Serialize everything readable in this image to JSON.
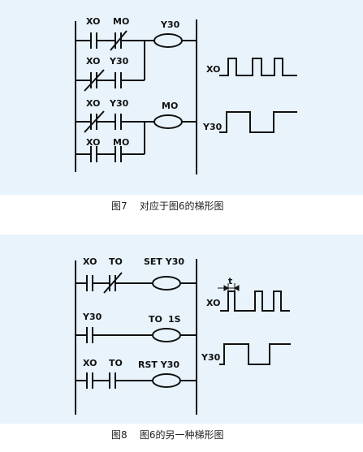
{
  "figure7": {
    "caption": "图7    对应于图6的梯形图",
    "rung1": {
      "contact_a": "XO",
      "contact_b": "MO",
      "coil": "Y30"
    },
    "rung1_branch": {
      "contact_a": "XO",
      "contact_b": "Y30"
    },
    "rung2": {
      "contact_a": "XO",
      "contact_b": "Y30",
      "coil": "MO"
    },
    "rung2_branch": {
      "contact_a": "XO",
      "contact_b": "MO"
    },
    "timing": {
      "input_label": "XO",
      "output_label": "Y30"
    }
  },
  "figure8": {
    "caption": "图8    图6的另一种梯形图",
    "rung1": {
      "contact_a": "XO",
      "contact_b": "TO",
      "coil": "SET Y30"
    },
    "rung2": {
      "contact_a": "Y30",
      "coil_name": "TO",
      "coil_value": "1S"
    },
    "rung3": {
      "contact_a": "XO",
      "contact_b": "TO",
      "coil": "RST Y30"
    },
    "timing": {
      "input_label": "XO",
      "output_label": "Y30",
      "interval_label": "t"
    }
  },
  "colors": {
    "panel_bg": "#e8f3fb",
    "ink": "#111111"
  }
}
